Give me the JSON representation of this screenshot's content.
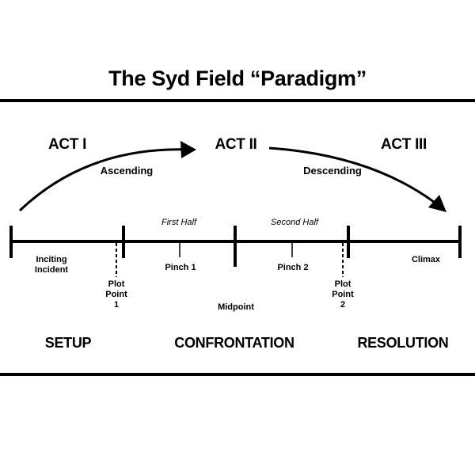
{
  "title": "The Syd Field “Paradigm”",
  "acts": {
    "act1": "ACT I",
    "act2": "ACT II",
    "act3": "ACT III"
  },
  "arcs": {
    "ascending": "Ascending",
    "descending": "Descending"
  },
  "halves": {
    "first": "First Half",
    "second": "Second Half"
  },
  "timeline": {
    "inciting": "Inciting\nIncident",
    "pinch1": "Pinch 1",
    "pinch2": "Pinch 2",
    "climax": "Climax",
    "plot_point_1": "Plot\nPoint\n1",
    "plot_point_2": "Plot\nPoint\n2",
    "midpoint": "Midpoint"
  },
  "sections": {
    "setup": "SETUP",
    "confrontation": "CONFRONTATION",
    "resolution": "RESOLUTION"
  }
}
